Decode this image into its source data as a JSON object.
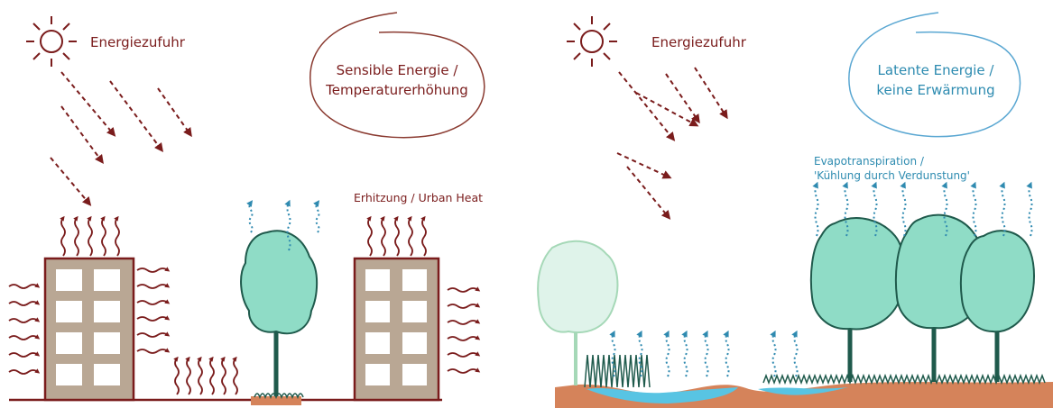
{
  "colors": {
    "dark_red": "#7a1c1c",
    "building_fill": "#b9a794",
    "window_fill": "#ffffff",
    "tree_fill": "#8fdcc6",
    "tree_stroke": "#1f5a4c",
    "trunk": "#1f5a4c",
    "faded_tree_fill": "#dff3ea",
    "faded_tree_stroke": "#a5d8b7",
    "ground": "#d5835a",
    "water": "#58c4e3",
    "blue_arrow": "#2f8ab0",
    "blue_text": "#2d8bb0",
    "grass": "#1f5a4c"
  },
  "left_panel": {
    "energy_label": "Energiezufuhr",
    "bubble_line1": "Sensible Energie /",
    "bubble_line2": "Temperaturerhöhung",
    "heat_label": "Erhitzung / Urban Heat",
    "icons": [
      "sun-icon",
      "solar-ray-arrow",
      "heat-wave-arrow",
      "evaporation-arrow",
      "building",
      "tree"
    ]
  },
  "right_panel": {
    "energy_label": "Energiezufuhr",
    "bubble_line1": "Latente Energie /",
    "bubble_line2": "keine Erwärmung",
    "evapo_line1": "Evapotranspiration /",
    "evapo_line2": "'Kühlung durch Verdunstung'",
    "icons": [
      "sun-icon",
      "solar-ray-arrow",
      "evaporation-arrow",
      "tree",
      "water",
      "grass"
    ]
  }
}
